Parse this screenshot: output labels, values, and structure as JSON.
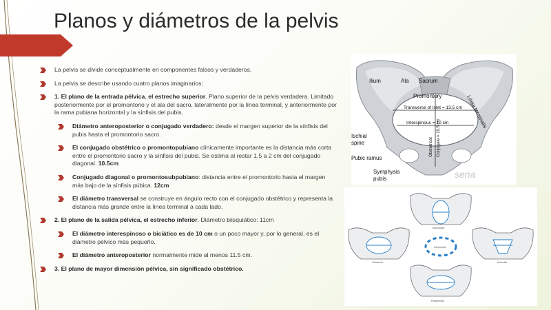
{
  "title": "Planos y diámetros de la pelvis",
  "colors": {
    "accent": "#c0392b",
    "bullet": "#b03a2e",
    "title": "#2b2b2b",
    "text": "#3a3a3a"
  },
  "bullets": [
    {
      "t": "La pelvis se divide conceptualmente  en componentes  falsos y verdaderos."
    },
    {
      "t": "La pelvis se describe usando cuatro planos imaginarios:"
    },
    {
      "b": "1. El plano de la entrada pélvica",
      "m": ", ",
      "b2": "el estrecho superior",
      "t": ". Plano superior de la pelvis verdadera. Limitado posteriormente por el promontorio y el ala del sacro, lateralmente por la línea terminal, y anteriormente por la rama pubiana horizontal  y la sínfisis del pubis."
    },
    {
      "b": "Diámetro anteroposterior o conjugado verdadero:",
      "t": " desde el margen superior de la sínfisis del pubis hasta el promontorio sacro."
    },
    {
      "b": "El conjugado obstétrico o promontopubiano",
      "t": " clínicamente importante es la distancia más corta entre el promontorio sacro y la sínfisis del pubis. Se estima al restar 1.5 a 2 cm del conjugado diagonal. ",
      "b2": "10.5cm"
    },
    {
      "b": "Conjugado diagonal o promontosubpubiano",
      "t": ":  distancia entre el promontorio hasta el margen más bajo de la sínfisis púbica. ",
      "b2": "12cm"
    },
    {
      "b": "El diámetro transversal",
      "t": " se construye en ángulo recto con el conjugado obstétrico y representa la distancia más grande entre la línea terminal a cada lado."
    },
    {
      "b": "2. El plano de la salida pélvica, el estrecho inferior",
      "t": ". Diámetro biisquiático:  11cm"
    },
    {
      "b": "El diámetro interespinoso o biciático es de 10 cm",
      "t": " o un poco mayor y, por lo general, es el diámetro pélvico más pequeño."
    },
    {
      "b": "El diámetro anteroposterior",
      "t": " normalmente mide al menos 11.5 cm."
    },
    {
      "b": "3. El plano de mayor dimensión pélvica, sin significado obstétrico."
    }
  ],
  "pelvis_labels": {
    "ilium": "Ilium",
    "ala": "Ala",
    "sacrum": "Sacrum",
    "promontory": "Promontory",
    "transverse": "Transverse of inlet = 13.5 cm",
    "interspinous": "Interspinous = 10 cm",
    "conjugate": "Conjugate = 10.5 cm",
    "obstetrical": "Obstetrical",
    "linea": "Línea terminalis",
    "ischial": "Ischial",
    "spine": "spine",
    "pubic": "Pubic ramus",
    "symphysis": "Symphysis",
    "pubis": "pubis",
    "watermark": "sena"
  },
  "types_labels": {
    "top": "Antropoide",
    "left": "Ginecoide",
    "right": "Androide",
    "bottom": "Platipeloide",
    "center": "Intermedia"
  }
}
